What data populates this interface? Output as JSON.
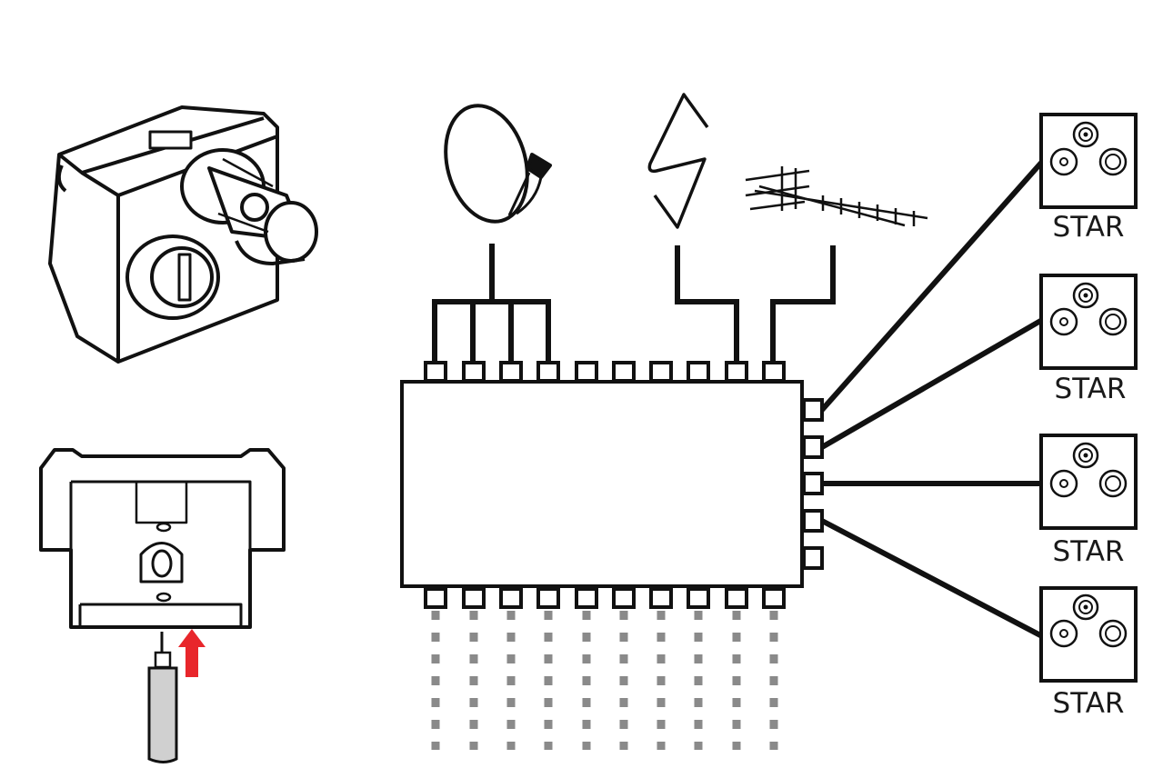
{
  "outlets": [
    {
      "label": "STAR"
    },
    {
      "label": "STAR"
    },
    {
      "label": "STAR"
    },
    {
      "label": "STAR"
    }
  ],
  "colors": {
    "line": "#111111",
    "cable_gray": "#d0d0d0",
    "dashed_cable": "#8a8a8a",
    "arrow": "#e8262b"
  },
  "icons": [
    "wall-socket-icon",
    "socket-rear-icon",
    "satellite-dish-icon",
    "fm-antenna-icon",
    "yagi-antenna-icon",
    "multiswitch-icon",
    "tv-outlet-icon"
  ]
}
